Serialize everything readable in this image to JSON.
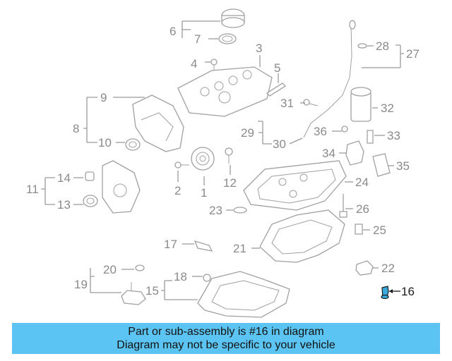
{
  "diagram": {
    "highlighted_part": "16",
    "callouts": [
      "1",
      "2",
      "3",
      "4",
      "5",
      "6",
      "7",
      "8",
      "9",
      "10",
      "11",
      "12",
      "13",
      "14",
      "15",
      "16",
      "17",
      "18",
      "19",
      "20",
      "21",
      "22",
      "23",
      "24",
      "25",
      "26",
      "27",
      "28",
      "29",
      "30",
      "31",
      "32",
      "33",
      "34",
      "35",
      "36"
    ]
  },
  "footer": {
    "line1": "Part or sub-assembly is #16 in diagram",
    "line2": "Diagram may not be specific to your vehicle"
  }
}
